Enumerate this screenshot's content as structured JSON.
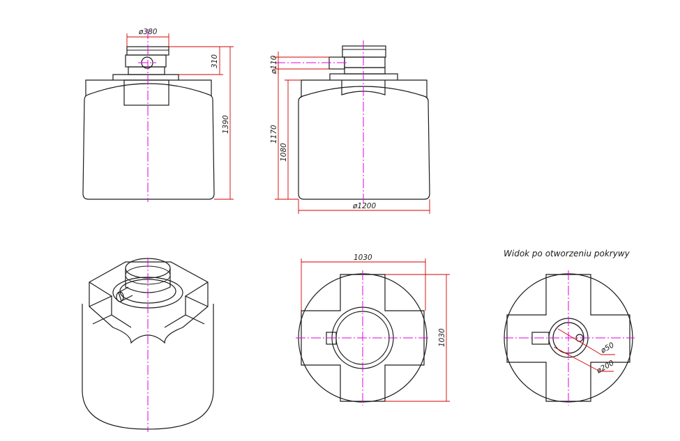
{
  "front_view": {
    "dim_top_diameter": "ø380",
    "dim_neck_height": "310",
    "dim_total_height": "1390"
  },
  "side_view": {
    "dim_pipe_diameter": "ø110",
    "dim_inlet_height": "1170",
    "dim_body_height": "1080",
    "dim_base_diameter": "ø1200"
  },
  "top_view": {
    "dim_width": "1030",
    "dim_depth": "1030"
  },
  "open_view": {
    "caption": "Widok po otworzeniu pokrywy",
    "dim_small_diameter": "ø50",
    "dim_inner_diameter": "ø200"
  },
  "colors": {
    "outline": "#1a1a1a",
    "center_line": "#e000e0",
    "dimension_line": "#d40000"
  }
}
